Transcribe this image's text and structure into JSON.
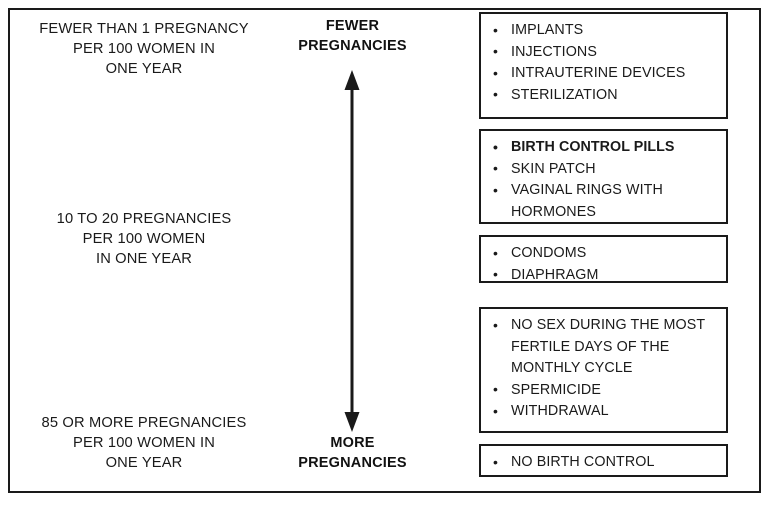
{
  "figure": {
    "title": "Birth control effectiveness comparison chart",
    "frame_color": "#1a1a1a",
    "background_color": "#ffffff"
  },
  "effectiveness_scale": {
    "rates": [
      {
        "id": "fewer-than-1",
        "lines": [
          "FEWER THAN 1 PREGNANCY",
          "PER 100 WOMEN IN",
          "ONE YEAR"
        ]
      },
      {
        "id": "10-to-20",
        "lines": [
          "10 TO 20 PREGNANCIES",
          "PER 100 WOMEN",
          "IN ONE YEAR"
        ]
      },
      {
        "id": "85-or-more",
        "lines": [
          "85 OR MORE PREGNANCIES",
          "PER 100 WOMEN IN",
          "ONE YEAR"
        ]
      }
    ]
  },
  "axis": {
    "top_label": {
      "line1": "FEWER",
      "line2": "PREGNANCIES"
    },
    "bottom_label": {
      "line1": "MORE",
      "line2": "PREGNANCIES"
    },
    "arrow": "double-headed-vertical-arrow"
  },
  "methods": {
    "groups": [
      {
        "id": "most-effective",
        "items": [
          {
            "lines": [
              "IMPLANTS"
            ],
            "emphasized": false
          },
          {
            "lines": [
              "INJECTIONS"
            ],
            "emphasized": false
          },
          {
            "lines": [
              "INTRAUTERINE DEVICES"
            ],
            "emphasized": false
          },
          {
            "lines": [
              "STERILIZATION"
            ],
            "emphasized": false
          }
        ]
      },
      {
        "id": "hormonal",
        "items": [
          {
            "lines": [
              "BIRTH CONTROL PILLS"
            ],
            "emphasized": true
          },
          {
            "lines": [
              "SKIN PATCH"
            ],
            "emphasized": false
          },
          {
            "lines": [
              "VAGINAL RINGS WITH",
              "HORMONES"
            ],
            "emphasized": false
          }
        ]
      },
      {
        "id": "barrier",
        "items": [
          {
            "lines": [
              "CONDOMS"
            ],
            "emphasized": false
          },
          {
            "lines": [
              "DIAPHRAGM"
            ],
            "emphasized": false
          }
        ]
      },
      {
        "id": "behavioral",
        "items": [
          {
            "lines": [
              "NO SEX DURING THE MOST",
              "FERTILE DAYS OF THE",
              "MONTHLY CYCLE"
            ],
            "emphasized": false
          },
          {
            "lines": [
              "SPERMICIDE"
            ],
            "emphasized": false
          },
          {
            "lines": [
              "WITHDRAWAL"
            ],
            "emphasized": false
          }
        ]
      },
      {
        "id": "none",
        "items": [
          {
            "lines": [
              "NO BIRTH CONTROL"
            ],
            "emphasized": false
          }
        ]
      }
    ]
  }
}
